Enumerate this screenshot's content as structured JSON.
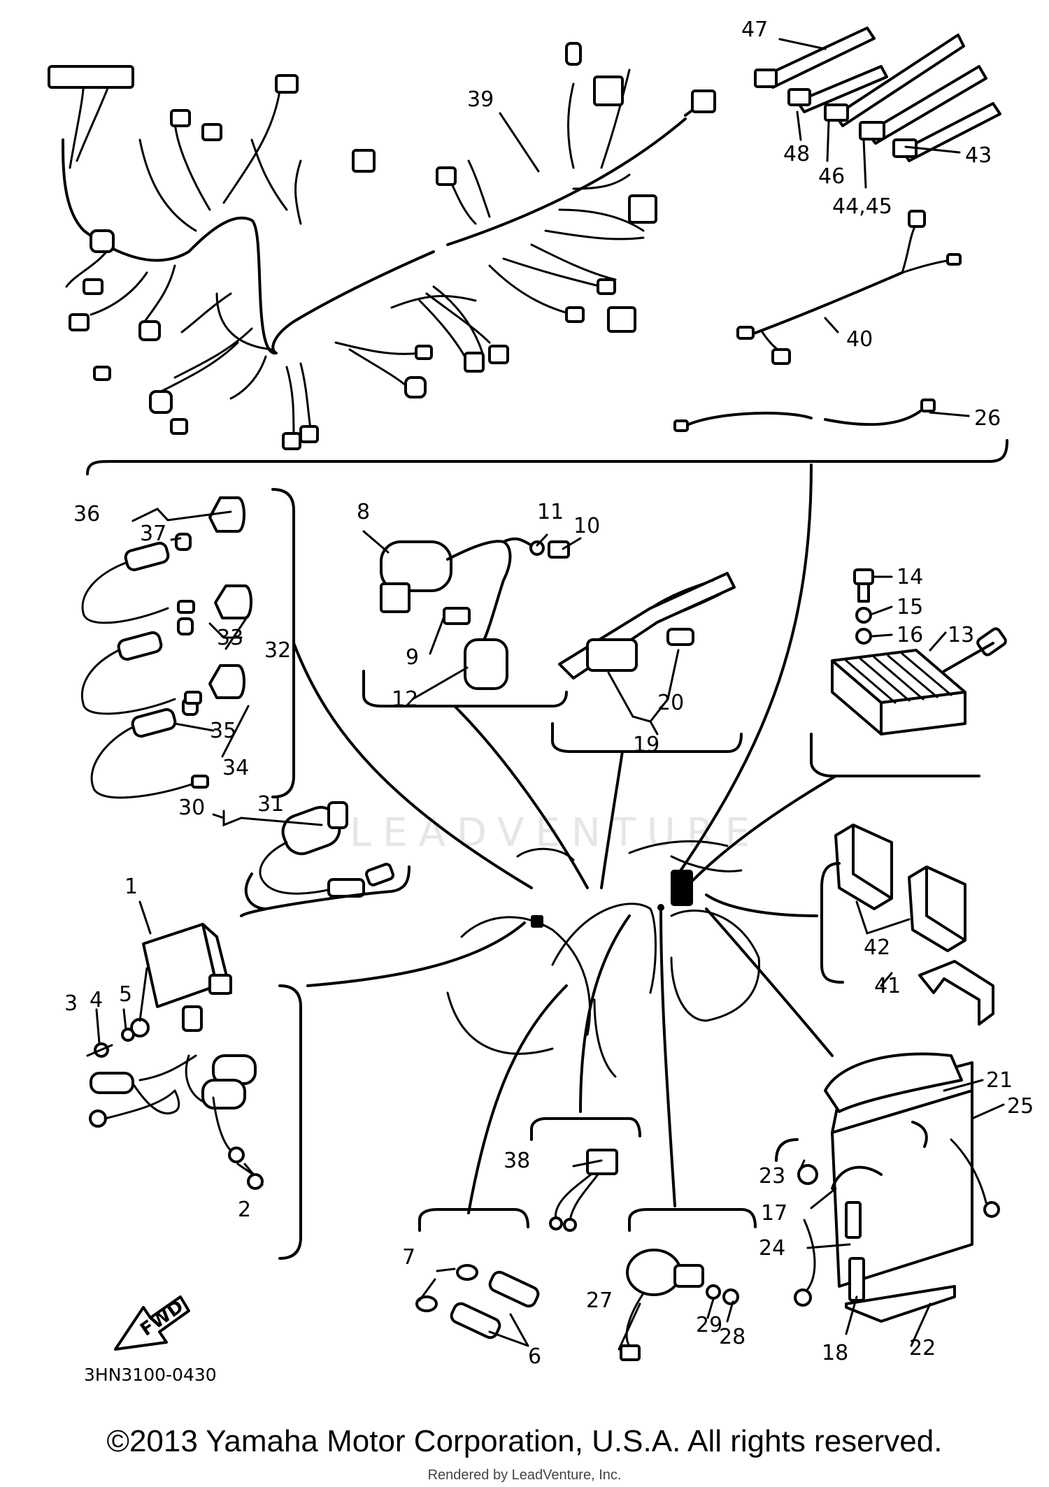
{
  "diagram": {
    "code": "3HN3100-0430",
    "fwd_label": "FWD",
    "watermark": "LEADVENTURE",
    "callouts": {
      "c1": "1",
      "c2": "2",
      "c3": "3",
      "c4": "4",
      "c5": "5",
      "c6": "6",
      "c7": "7",
      "c8": "8",
      "c9": "9",
      "c10": "10",
      "c11": "11",
      "c12": "12",
      "c13": "13",
      "c14": "14",
      "c15": "15",
      "c16": "16",
      "c17": "17",
      "c18": "18",
      "c19": "19",
      "c20": "20",
      "c21": "21",
      "c22": "22",
      "c23": "23",
      "c24": "24",
      "c25": "25",
      "c26": "26",
      "c27": "27",
      "c28": "28",
      "c29": "29",
      "c30": "30",
      "c31": "31",
      "c32": "32",
      "c33": "33",
      "c34": "34",
      "c35": "35",
      "c36": "36",
      "c37": "37",
      "c38": "38",
      "c39": "39",
      "c40": "40",
      "c41": "41",
      "c42": "42",
      "c43": "43",
      "c44_45": "44,45",
      "c46": "46",
      "c47": "47",
      "c48": "48"
    }
  },
  "footer": {
    "copyright": "©2013 Yamaha Motor Corporation, U.S.A. All rights reserved.",
    "rendered_by": "Rendered by LeadVenture, Inc."
  },
  "colors": {
    "ink": "#000000",
    "paper": "#ffffff",
    "watermark": "#e6e6e6"
  }
}
